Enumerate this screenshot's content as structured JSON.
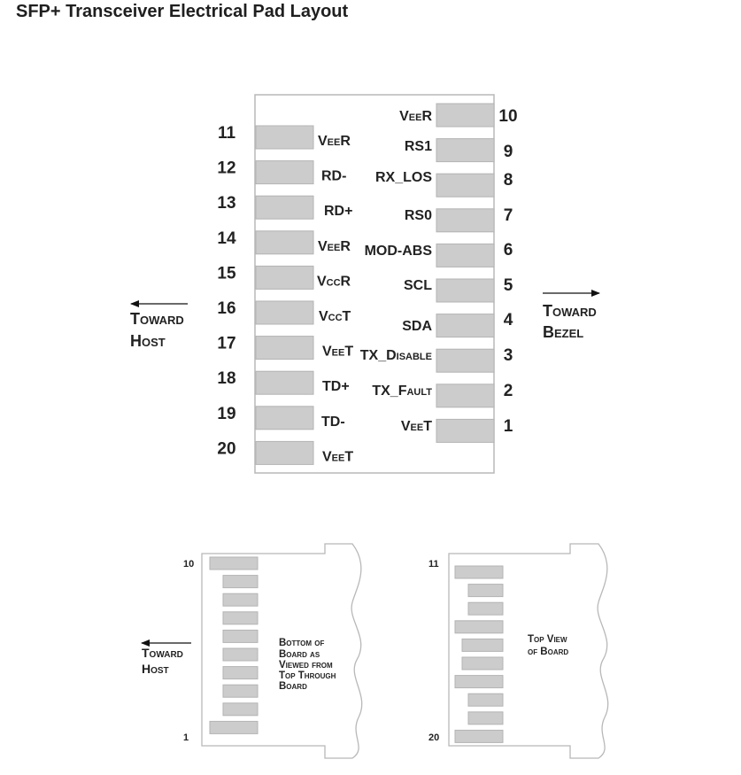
{
  "title": "SFP+ Transceiver Electrical Pad Layout",
  "colors": {
    "pad_fill": "#cccccc",
    "pad_stroke": "#b3b3b3",
    "outline": "#b8b8b8",
    "text": "#222222"
  },
  "main_diagram": {
    "left_pads": [
      {
        "pin": "11",
        "signal": "VeeR"
      },
      {
        "pin": "12",
        "signal": "RD-"
      },
      {
        "pin": "13",
        "signal": "RD+"
      },
      {
        "pin": "14",
        "signal": "VeeR"
      },
      {
        "pin": "15",
        "signal": "VccR"
      },
      {
        "pin": "16",
        "signal": "VccT"
      },
      {
        "pin": "17",
        "signal": "VeeT"
      },
      {
        "pin": "18",
        "signal": "TD+"
      },
      {
        "pin": "19",
        "signal": "TD-"
      },
      {
        "pin": "20",
        "signal": "VeeT"
      }
    ],
    "right_pads": [
      {
        "pin": "10",
        "signal": "VeeR"
      },
      {
        "pin": "9",
        "signal": "RS1"
      },
      {
        "pin": "8",
        "signal": "RX_LOS"
      },
      {
        "pin": "7",
        "signal": "RS0"
      },
      {
        "pin": "6",
        "signal": "MOD-ABS"
      },
      {
        "pin": "5",
        "signal": "SCL"
      },
      {
        "pin": "4",
        "signal": "SDA"
      },
      {
        "pin": "3",
        "signal": "TX_Disable"
      },
      {
        "pin": "2",
        "signal": "TX_Fault"
      },
      {
        "pin": "1",
        "signal": "VeeT"
      }
    ],
    "toward_host": [
      "Toward",
      "Host"
    ],
    "toward_bezel": [
      "Toward",
      "Bezel"
    ]
  },
  "bottom_view": {
    "top_pin": "10",
    "bottom_pin": "1",
    "caption": [
      "Bottom of",
      "Board as",
      "Viewed from",
      "Top Through",
      "Board"
    ],
    "toward_host": [
      "Toward",
      "Host"
    ],
    "pad_pattern": [
      "long",
      "short",
      "short",
      "short",
      "short",
      "short",
      "short",
      "short",
      "short",
      "long"
    ]
  },
  "top_view": {
    "top_pin": "11",
    "bottom_pin": "20",
    "caption": [
      "Top View",
      "of Board"
    ],
    "pad_pattern": [
      "long",
      "short",
      "short",
      "long",
      "mid",
      "mid",
      "long",
      "short",
      "short",
      "long"
    ]
  }
}
